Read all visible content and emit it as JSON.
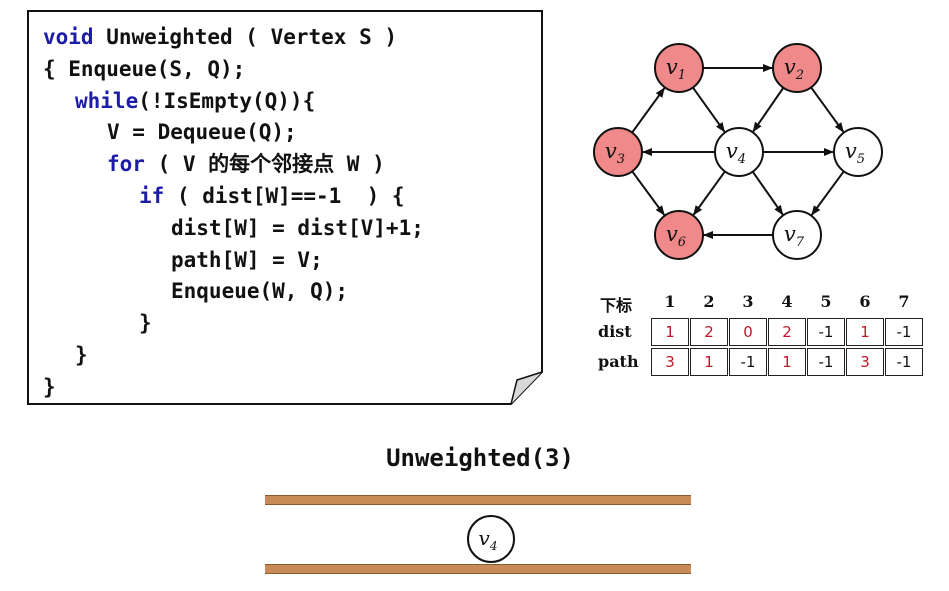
{
  "code": {
    "lines": [
      {
        "indent": 0,
        "parts": [
          {
            "text": "void",
            "kw": true
          },
          {
            "text": " Unweighted ( Vertex S )",
            "kw": false
          }
        ]
      },
      {
        "indent": 0,
        "parts": [
          {
            "text": "{ Enqueue(S, Q);",
            "kw": false
          }
        ]
      },
      {
        "indent": 1,
        "parts": [
          {
            "text": "while",
            "kw": true
          },
          {
            "text": "(!IsEmpty(Q)){",
            "kw": false
          }
        ]
      },
      {
        "indent": 2,
        "parts": [
          {
            "text": "V = Dequeue(Q);",
            "kw": false
          }
        ]
      },
      {
        "indent": 2,
        "parts": [
          {
            "text": "for",
            "kw": true
          },
          {
            "text": " ( V 的每个邻接点 W )",
            "kw": false
          }
        ]
      },
      {
        "indent": 3,
        "parts": [
          {
            "text": "if",
            "kw": true
          },
          {
            "text": " ( dist[W]==-1  ) {",
            "kw": false
          }
        ]
      },
      {
        "indent": 4,
        "parts": [
          {
            "text": "dist[W] = dist[V]+1;",
            "kw": false
          }
        ]
      },
      {
        "indent": 4,
        "parts": [
          {
            "text": "path[W] = V;",
            "kw": false
          }
        ]
      },
      {
        "indent": 4,
        "parts": [
          {
            "text": "Enqueue(W, Q);",
            "kw": false
          }
        ]
      },
      {
        "indent": 3,
        "parts": [
          {
            "text": "}",
            "kw": false
          }
        ]
      },
      {
        "indent": 1,
        "parts": [
          {
            "text": "}",
            "kw": false
          }
        ]
      },
      {
        "indent": 0,
        "parts": [
          {
            "text": "}",
            "kw": false
          }
        ]
      }
    ]
  },
  "graph": {
    "nodes": [
      {
        "id": "v1",
        "base": "v",
        "sub": "1",
        "visited": true
      },
      {
        "id": "v2",
        "base": "v",
        "sub": "2",
        "visited": true
      },
      {
        "id": "v3",
        "base": "v",
        "sub": "3",
        "visited": true
      },
      {
        "id": "v4",
        "base": "v",
        "sub": "4",
        "visited": false
      },
      {
        "id": "v5",
        "base": "v",
        "sub": "5",
        "visited": false
      },
      {
        "id": "v6",
        "base": "v",
        "sub": "6",
        "visited": true
      },
      {
        "id": "v7",
        "base": "v",
        "sub": "7",
        "visited": false
      }
    ],
    "edges": [
      [
        "v1",
        "v2"
      ],
      [
        "v1",
        "v4"
      ],
      [
        "v2",
        "v4"
      ],
      [
        "v2",
        "v5"
      ],
      [
        "v3",
        "v1"
      ],
      [
        "v3",
        "v6"
      ],
      [
        "v4",
        "v3"
      ],
      [
        "v4",
        "v5"
      ],
      [
        "v4",
        "v6"
      ],
      [
        "v4",
        "v7"
      ],
      [
        "v5",
        "v7"
      ],
      [
        "v7",
        "v6"
      ]
    ],
    "colors": {
      "visited_fill": "#f08a8a",
      "unvisited_fill": "#ffffff",
      "stroke": "#111111"
    }
  },
  "table": {
    "index_label": "下标",
    "indices": [
      "1",
      "2",
      "3",
      "4",
      "5",
      "6",
      "7"
    ],
    "rows": [
      {
        "label": "dist",
        "cells": [
          {
            "v": "1",
            "red": true
          },
          {
            "v": "2",
            "red": true
          },
          {
            "v": "0",
            "red": true
          },
          {
            "v": "2",
            "red": true
          },
          {
            "v": "-1",
            "red": false
          },
          {
            "v": "1",
            "red": true
          },
          {
            "v": "-1",
            "red": false
          }
        ]
      },
      {
        "label": "path",
        "cells": [
          {
            "v": "3",
            "red": true
          },
          {
            "v": "1",
            "red": true
          },
          {
            "v": "-1",
            "red": false
          },
          {
            "v": "1",
            "red": true
          },
          {
            "v": "-1",
            "red": false
          },
          {
            "v": "3",
            "red": true
          },
          {
            "v": "-1",
            "red": false
          }
        ]
      }
    ],
    "colors": {
      "red_text": "#c0172a"
    }
  },
  "queue": {
    "title": "Unweighted(3)",
    "items": [
      {
        "base": "v",
        "sub": "4"
      }
    ],
    "colors": {
      "rail": "#c88b58"
    }
  }
}
